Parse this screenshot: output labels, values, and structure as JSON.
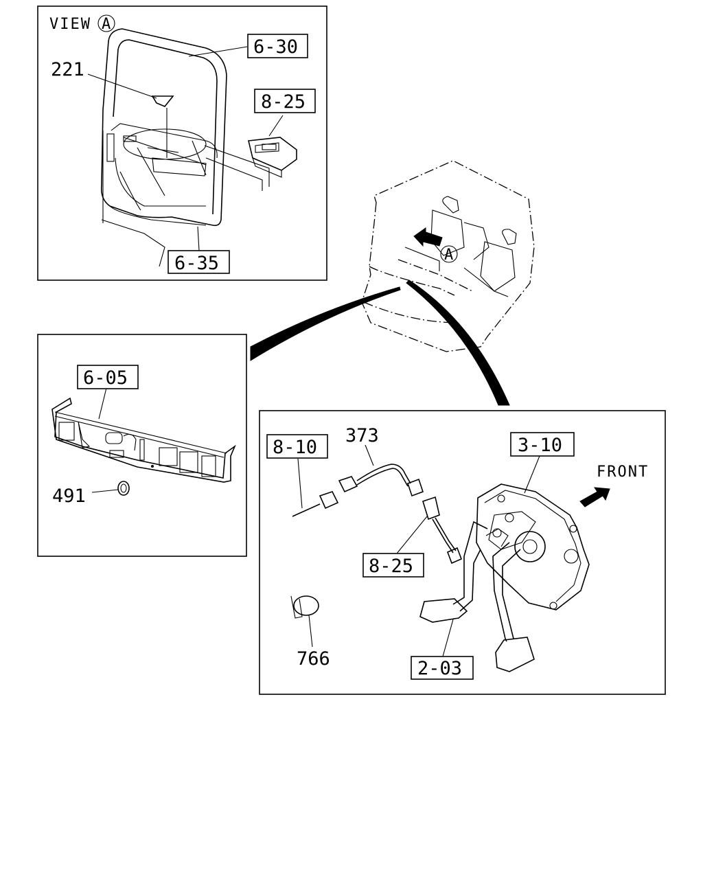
{
  "view_panel": {
    "title": "VIEW",
    "view_marker": "A",
    "callouts": {
      "a": "6-30",
      "b": "221",
      "c": "8-25",
      "d": "6-35"
    }
  },
  "dash_panel": {
    "callouts": {
      "a": "6-05",
      "b": "491"
    }
  },
  "cab": {
    "view_marker": "A"
  },
  "pedal_panel": {
    "callouts": {
      "a": "8-10",
      "b": "373",
      "c": "3-10",
      "d": "8-25",
      "e": "766",
      "f": "2-03"
    },
    "direction_label": "FRONT"
  }
}
